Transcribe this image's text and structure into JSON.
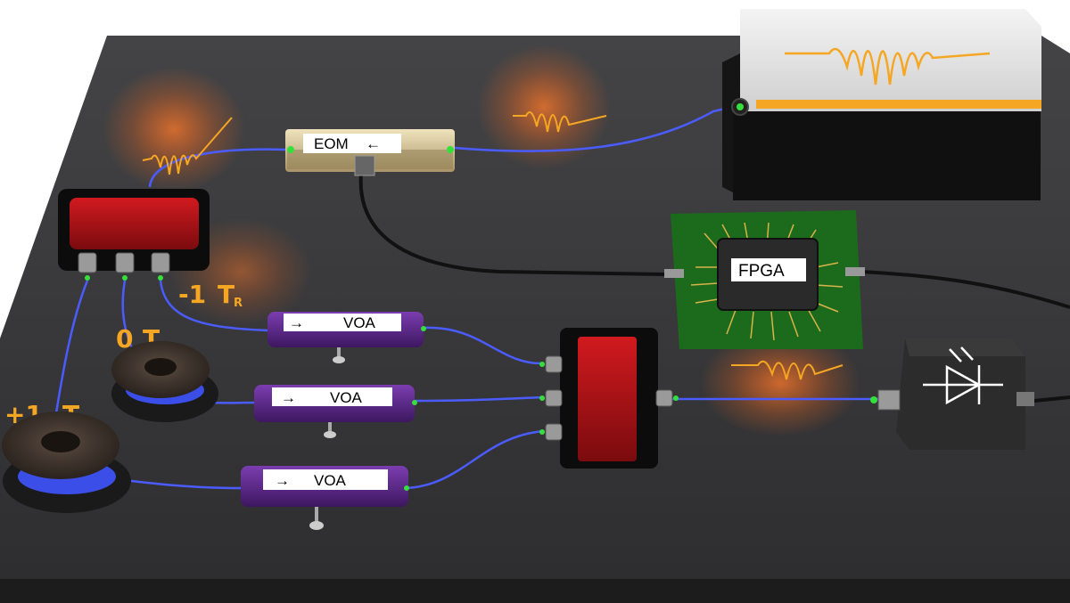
{
  "labels": {
    "eom": "EOM",
    "eom_arrow": "←",
    "fpga": "FPGA",
    "voa_top": "VOA",
    "voa_mid": "VOA",
    "voa_bot": "VOA",
    "voa_arrow": "→"
  },
  "delays": {
    "minus1": "-1",
    "zero": "0",
    "plus1": "+1",
    "unit": "T",
    "unit_sub": "R"
  },
  "colors": {
    "board": "#3a3a3c",
    "fiber": "#4a5cff",
    "pulse": "#f5a623",
    "eom_body": "#d8c9a0",
    "voa_body": "#5b2a86",
    "splitter_body": "#a10f14",
    "pcb": "#1c6b1c",
    "connector_glow": "#36e03a"
  },
  "icons": {
    "detector": "photodiode-icon",
    "laser": "laser-source-icon"
  }
}
